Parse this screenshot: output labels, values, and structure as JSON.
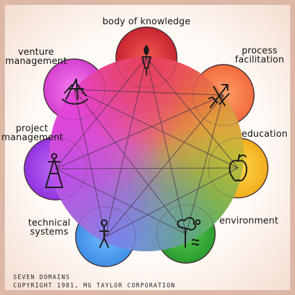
{
  "labels": {
    "body_of_knowledge": "body of knowledge",
    "process_facilitation": [
      "process",
      "facilitation"
    ],
    "education": "education",
    "environment": "environment",
    "technical_systems": [
      "technical",
      "systems"
    ],
    "project_management": [
      "project",
      "management"
    ],
    "venture_management": [
      "venture",
      "management"
    ]
  },
  "caption": {
    "line1": "SEVEN DOMAINS",
    "line2": "COPYRIGHT 1981, MG TAYLOR CORPORATION"
  },
  "domain_colors": {
    "body_of_knowledge": "#d7353a",
    "process_facilitation": "#f7814f",
    "education": "#f6c12c",
    "environment": "#3bae3a",
    "technical_systems": "#4fa2ef",
    "project_management": "#a347e8",
    "venture_management": "#e457d9"
  },
  "icons": {
    "body_of_knowledge": "flame-torch-icon",
    "process_facilitation": "crossed-arrows-icon",
    "education": "apple-icon",
    "environment": "tree-sun-water-icon",
    "technical_systems": "stick-figure-icon",
    "project_management": "pyramid-figure-icon",
    "venture_management": "ship-icon"
  }
}
